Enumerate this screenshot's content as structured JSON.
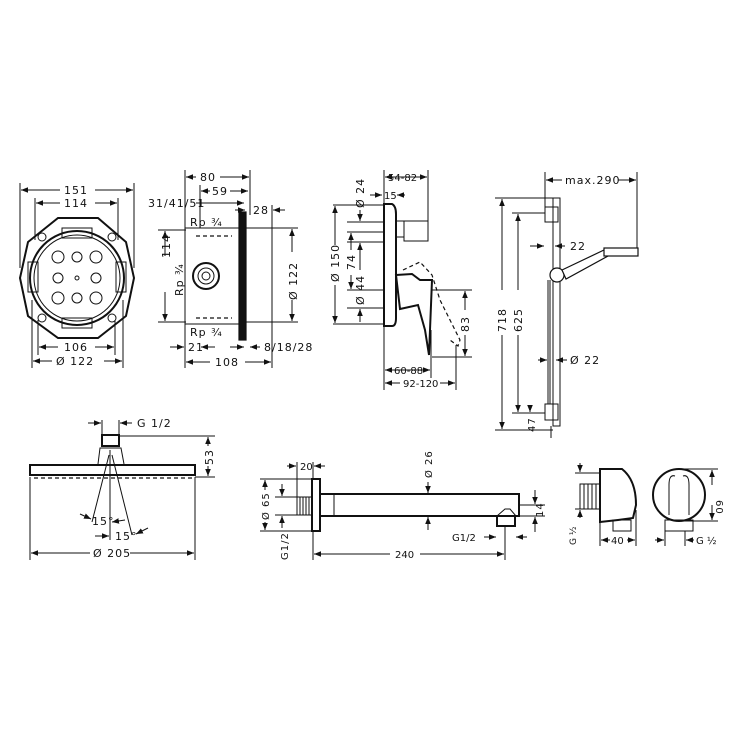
{
  "diagram": {
    "colors": {
      "line": "#111111",
      "background": "#ffffff"
    },
    "installation_box_front": {
      "width_outer": "151",
      "width_inner": "114",
      "width_bottom": "106",
      "diameter": "Ø 122"
    },
    "installation_box_side": {
      "depth_80": "80",
      "depth_59": "59",
      "adjust": "31/41/51",
      "plate": "28",
      "height": "114",
      "thread_top": "Rp ¾",
      "thread_side": "Rp ¾",
      "thread_bottom": "Rp ¾",
      "diameter": "Ø 122",
      "offset_21": "21",
      "range": "8/18/28",
      "depth_108": "108"
    },
    "mixer": {
      "projection": "54-82",
      "diameter_24": "Ø 24",
      "offset_15": "15",
      "diameter_150": "Ø 150",
      "spacing_74": "74",
      "diameter_44": "Ø 44",
      "handle_83": "83",
      "reach_60_88": "60-88",
      "reach_92_120": "92-120"
    },
    "shower_rail": {
      "max": "max.290",
      "height_718": "718",
      "height_625": "625",
      "offset_22": "22",
      "diameter_22": "Ø 22",
      "bottom_47": "47"
    },
    "overhead_shower": {
      "thread": "G 1/2",
      "height": "53",
      "angle_1": "15°",
      "angle_2": "15°",
      "diameter": "Ø 205"
    },
    "shower_arm": {
      "flange_20": "20",
      "diameter_65": "Ø 65",
      "diameter_26": "Ø 26",
      "outlet_14": "14",
      "thread_out": "G1/2",
      "thread_wall": "G1/2",
      "length": "240"
    },
    "wall_outlet": {
      "thread_side": "G ½",
      "width": "40",
      "height": "60",
      "thread_bottom": "G ½"
    }
  }
}
